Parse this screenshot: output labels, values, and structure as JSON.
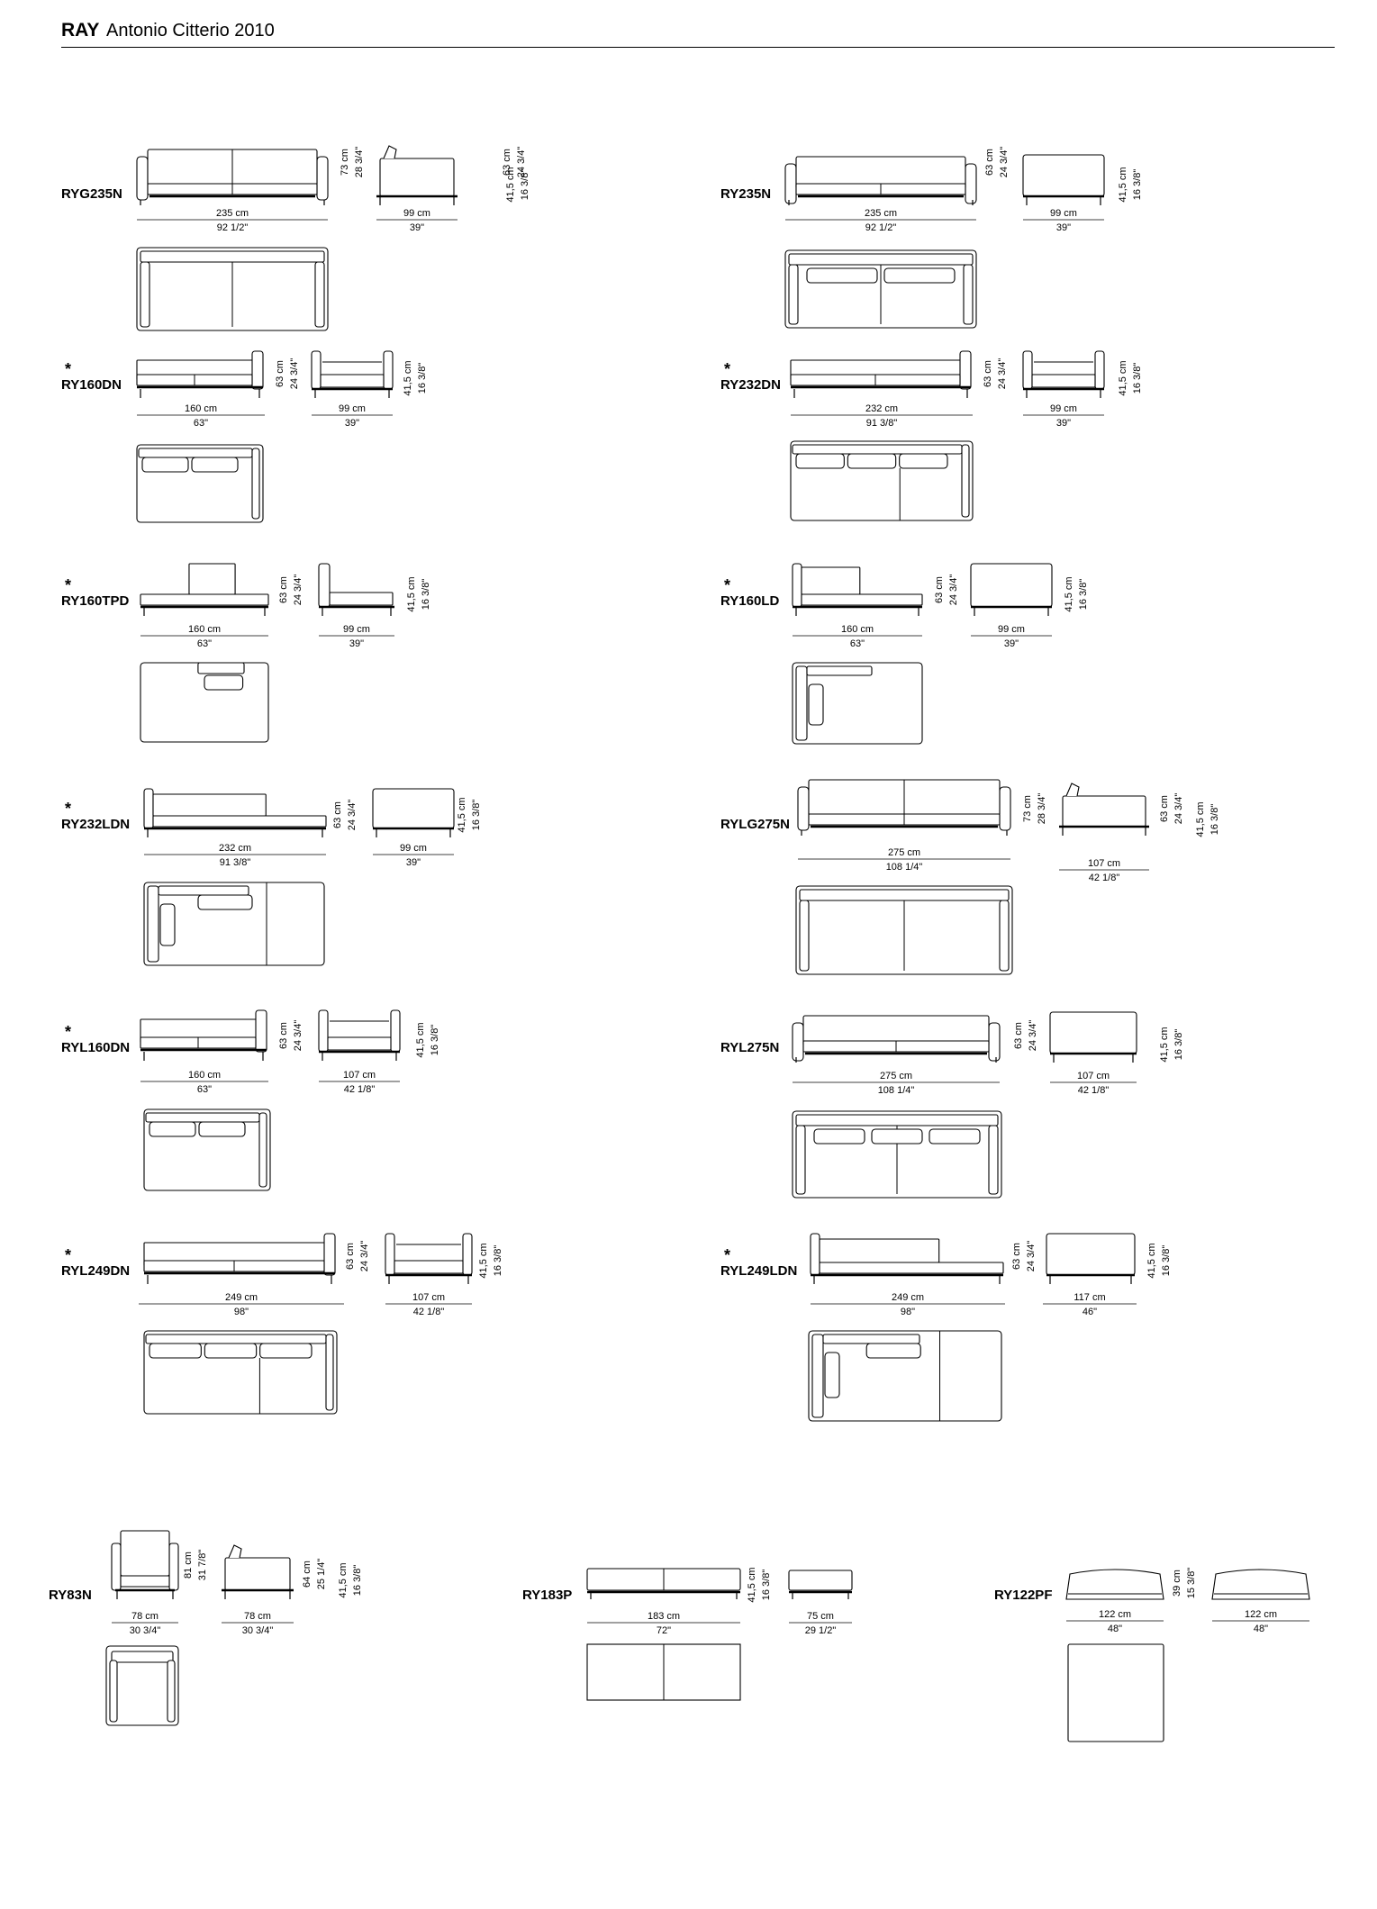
{
  "header": {
    "brand": "RAY",
    "designer": "Antonio Citterio  2010"
  },
  "products": [
    {
      "code": "RYG235N",
      "star": false,
      "front": "sofa-arm",
      "side": "sofa-side-back",
      "h_cm": "73 cm",
      "h_in": "28 3/4\"",
      "sh_cm": "63 cm",
      "sh_in": "24 3/4\"",
      "seat_cm": "41,5 cm",
      "seat_in": "16 3/8\"",
      "w_cm": "235 cm",
      "w_in": "92 1/2\"",
      "d_cm": "99 cm",
      "d_in": "39\"",
      "plan": "sofa2"
    },
    {
      "code": "RY235N",
      "star": false,
      "front": "sofa-flat",
      "side": "box",
      "h_cm": "63 cm",
      "h_in": "24 3/4\"",
      "seat_cm": "41,5 cm",
      "seat_in": "16 3/8\"",
      "w_cm": "235 cm",
      "w_in": "92 1/2\"",
      "d_cm": "99 cm",
      "d_in": "39\"",
      "plan": "sofa2c"
    },
    {
      "code": "RY160DN",
      "star": true,
      "front": "right-arm",
      "side": "box-open",
      "h_cm": "63 cm",
      "h_in": "24 3/4\"",
      "seat_cm": "41,5 cm",
      "seat_in": "16 3/8\"",
      "w_cm": "160 cm",
      "w_in": "63\"",
      "d_cm": "99 cm",
      "d_in": "39\"",
      "plan": "right2"
    },
    {
      "code": "RY232DN",
      "star": true,
      "front": "right-arm",
      "side": "box-open",
      "h_cm": "63 cm",
      "h_in": "24 3/4\"",
      "seat_cm": "41,5 cm",
      "seat_in": "16 3/8\"",
      "w_cm": "232 cm",
      "w_in": "91 3/8\"",
      "d_cm": "99 cm",
      "d_in": "39\"",
      "plan": "right3"
    },
    {
      "code": "RY160TPD",
      "star": true,
      "front": "chaise",
      "side": "chaise-side",
      "h_cm": "63 cm",
      "h_in": "24 3/4\"",
      "seat_cm": "41,5 cm",
      "seat_in": "16 3/8\"",
      "w_cm": "160 cm",
      "w_in": "63\"",
      "d_cm": "99 cm",
      "d_in": "39\"",
      "plan": "chaise"
    },
    {
      "code": "RY160LD",
      "star": true,
      "front": "left-chaise",
      "side": "box",
      "h_cm": "63 cm",
      "h_in": "24 3/4\"",
      "seat_cm": "41,5 cm",
      "seat_in": "16 3/8\"",
      "w_cm": "160 cm",
      "w_in": "63\"",
      "d_cm": "99 cm",
      "d_in": "39\"",
      "plan": "left1"
    },
    {
      "code": "RY232LDN",
      "star": true,
      "front": "left-long",
      "side": "box",
      "h_cm": "63 cm",
      "h_in": "24 3/4\"",
      "seat_cm": "41,5 cm",
      "seat_in": "16 3/8\"",
      "w_cm": "232 cm",
      "w_in": "91 3/8\"",
      "d_cm": "99 cm",
      "d_in": "39\"",
      "plan": "left2"
    },
    {
      "code": "RYLG275N",
      "star": false,
      "front": "sofa-arm",
      "side": "sofa-side-back",
      "h_cm": "73 cm",
      "h_in": "28 3/4\"",
      "sh_cm": "63 cm",
      "sh_in": "24 3/4\"",
      "seat_cm": "41,5 cm",
      "seat_in": "16 3/8\"",
      "w_cm": "275 cm",
      "w_in": "108 1/4\"",
      "d_cm": "107 cm",
      "d_in": "42 1/8\"",
      "plan": "sofa2"
    },
    {
      "code": "RYL160DN",
      "star": true,
      "front": "right-arm",
      "side": "box-open",
      "h_cm": "63 cm",
      "h_in": "24 3/4\"",
      "seat_cm": "41,5 cm",
      "seat_in": "16 3/8\"",
      "w_cm": "160 cm",
      "w_in": "63\"",
      "d_cm": "107 cm",
      "d_in": "42 1/8\"",
      "plan": "right2"
    },
    {
      "code": "RYL275N",
      "star": false,
      "front": "sofa-flat",
      "side": "box",
      "h_cm": "63 cm",
      "h_in": "24 3/4\"",
      "seat_cm": "41,5 cm",
      "seat_in": "16 3/8\"",
      "w_cm": "275 cm",
      "w_in": "108 1/4\"",
      "d_cm": "107 cm",
      "d_in": "42 1/8\"",
      "plan": "sofa3"
    },
    {
      "code": "RYL249DN",
      "star": true,
      "front": "right-arm",
      "side": "box-open",
      "h_cm": "63 cm",
      "h_in": "24 3/4\"",
      "seat_cm": "41,5 cm",
      "seat_in": "16 3/8\"",
      "w_cm": "249 cm",
      "w_in": "98\"",
      "d_cm": "107 cm",
      "d_in": "42 1/8\"",
      "plan": "right3"
    },
    {
      "code": "RYL249LDN",
      "star": true,
      "front": "left-long",
      "side": "box",
      "h_cm": "63 cm",
      "h_in": "24 3/4\"",
      "seat_cm": "41,5 cm",
      "seat_in": "16 3/8\"",
      "w_cm": "249 cm",
      "w_in": "98\"",
      "d_cm": "117 cm",
      "d_in": "46\"",
      "plan": "left2"
    },
    {
      "code": "RY83N",
      "star": false,
      "front": "armchair",
      "side": "sofa-side-back",
      "h_cm": "81 cm",
      "h_in": "31 7/8\"",
      "sh_cm": "64 cm",
      "sh_in": "25 1/4\"",
      "seat_cm": "41,5 cm",
      "seat_in": "16 3/8\"",
      "w_cm": "78 cm",
      "w_in": "30 3/4\"",
      "d_cm": "78 cm",
      "d_in": "30 3/4\"",
      "plan": "armchair"
    },
    {
      "code": "RY183P",
      "star": false,
      "front": "bench",
      "side": "bench-side",
      "seat_cm": "41,5 cm",
      "seat_in": "16 3/8\"",
      "w_cm": "183 cm",
      "w_in": "72\"",
      "d_cm": "75 cm",
      "d_in": "29 1/2\"",
      "plan": "bench"
    },
    {
      "code": "RY122PF",
      "star": false,
      "front": "pouf",
      "side": "pouf",
      "h_cm": "39 cm",
      "h_in": "15 3/8\"",
      "w_cm": "122 cm",
      "w_in": "48\"",
      "d_cm": "122 cm",
      "d_in": "48\"",
      "plan": "square"
    }
  ]
}
